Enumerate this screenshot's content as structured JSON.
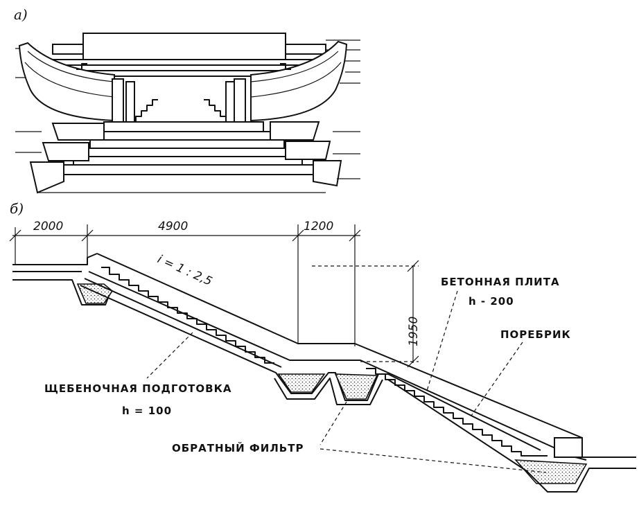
{
  "panel_a": {
    "label": "а)"
  },
  "panel_b": {
    "label": "б)",
    "dimensions": {
      "d1": "2000",
      "d2": "4900",
      "d3": "1200",
      "height": "1950"
    },
    "slope": "i = 1 : 2,5",
    "labels": {
      "concrete_plate": "БЕТОННАЯ ПЛИТА",
      "concrete_plate_h": "h  -  200",
      "curb": "ПОРЕБРИК",
      "gravel_bed": "ЩЕБЕНОЧНАЯ ПОДГОТОВКА",
      "gravel_bed_h": "h  =  100",
      "reverse_filter": "ОБРАТНЫЙ ФИЛЬТР"
    }
  }
}
